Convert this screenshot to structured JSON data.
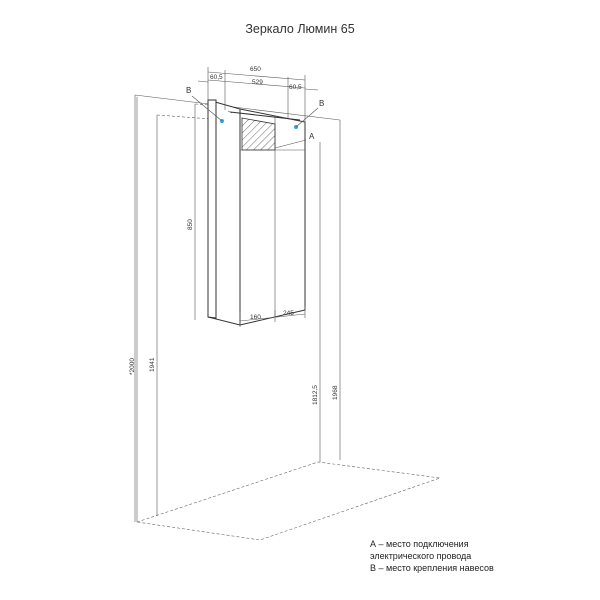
{
  "title": "Зеркало Люмин 65",
  "dimensions": {
    "width_total": "650",
    "offset_left": "60,5",
    "width_inner": "529",
    "offset_right": "60,5",
    "height_mirror": "850",
    "height_total": "*2000",
    "height_mount_b": "1941",
    "height_connection": "1812,5",
    "height_top": "1968",
    "bottom_left": "160",
    "bottom_right": "245"
  },
  "markers": {
    "a": "А",
    "b_left": "В",
    "b_right": "В"
  },
  "legend": {
    "line1": "А – место подключения",
    "line2": "электрического провода",
    "line3": "В – место крепления навесов"
  },
  "colors": {
    "mount_point": "#29a9d6",
    "line": "#555555"
  }
}
